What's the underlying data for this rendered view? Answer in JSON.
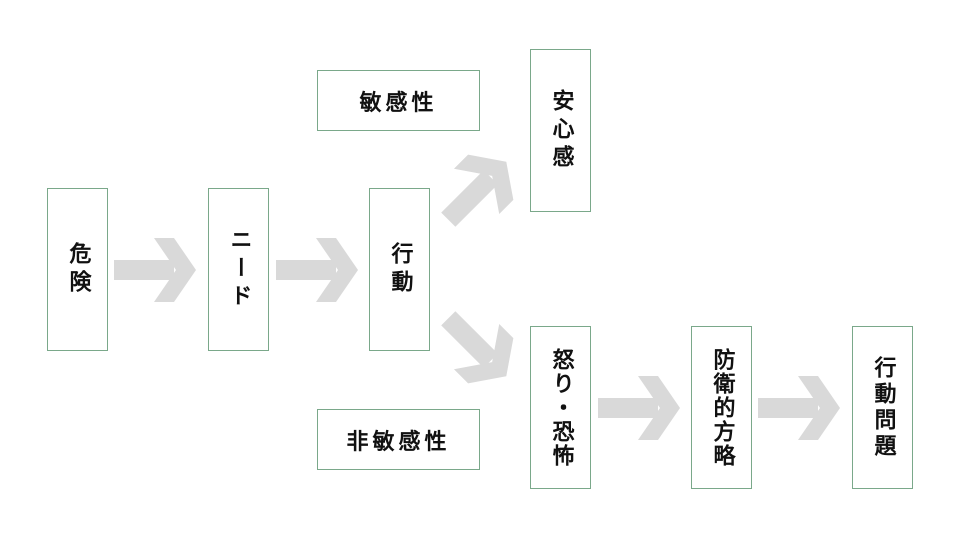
{
  "nodes": {
    "danger": "危険",
    "need": "ニード",
    "action": "行動",
    "sensitive": "敏感性",
    "security": "安心感",
    "anger_fear": "怒り・恐怖",
    "non_sensitive": "非敏感性",
    "defense_strategy": "防衛的方略",
    "behavior_problem": "行動問題"
  },
  "colors": {
    "box_border": "#7aa88a",
    "arrow": "#d9d9d9"
  }
}
